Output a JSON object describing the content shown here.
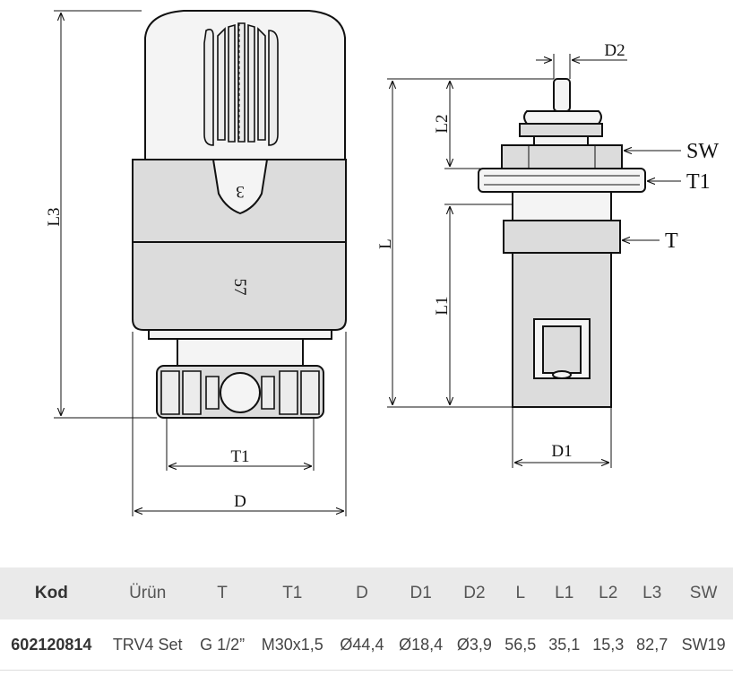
{
  "drawing": {
    "left_dims": {
      "L3": "L3",
      "T1": "T1",
      "D": "D"
    },
    "right_dims": {
      "D2": "D2",
      "L2": "L2",
      "L": "L",
      "L1": "L1",
      "D1": "D1"
    },
    "callouts": {
      "SW": "SW",
      "T1": "T1",
      "T": "T"
    }
  },
  "table": {
    "headers": [
      "Kod",
      "Ürün",
      "T",
      "T1",
      "D",
      "D1",
      "D2",
      "L",
      "L1",
      "L2",
      "L3",
      "SW"
    ],
    "rows": [
      [
        "602120814",
        "TRV4 Set",
        "G 1/2”",
        "M30x1,5",
        "Ø44,4",
        "Ø18,4",
        "Ø3,9",
        "56,5",
        "35,1",
        "15,3",
        "82,7",
        "SW19"
      ]
    ]
  }
}
